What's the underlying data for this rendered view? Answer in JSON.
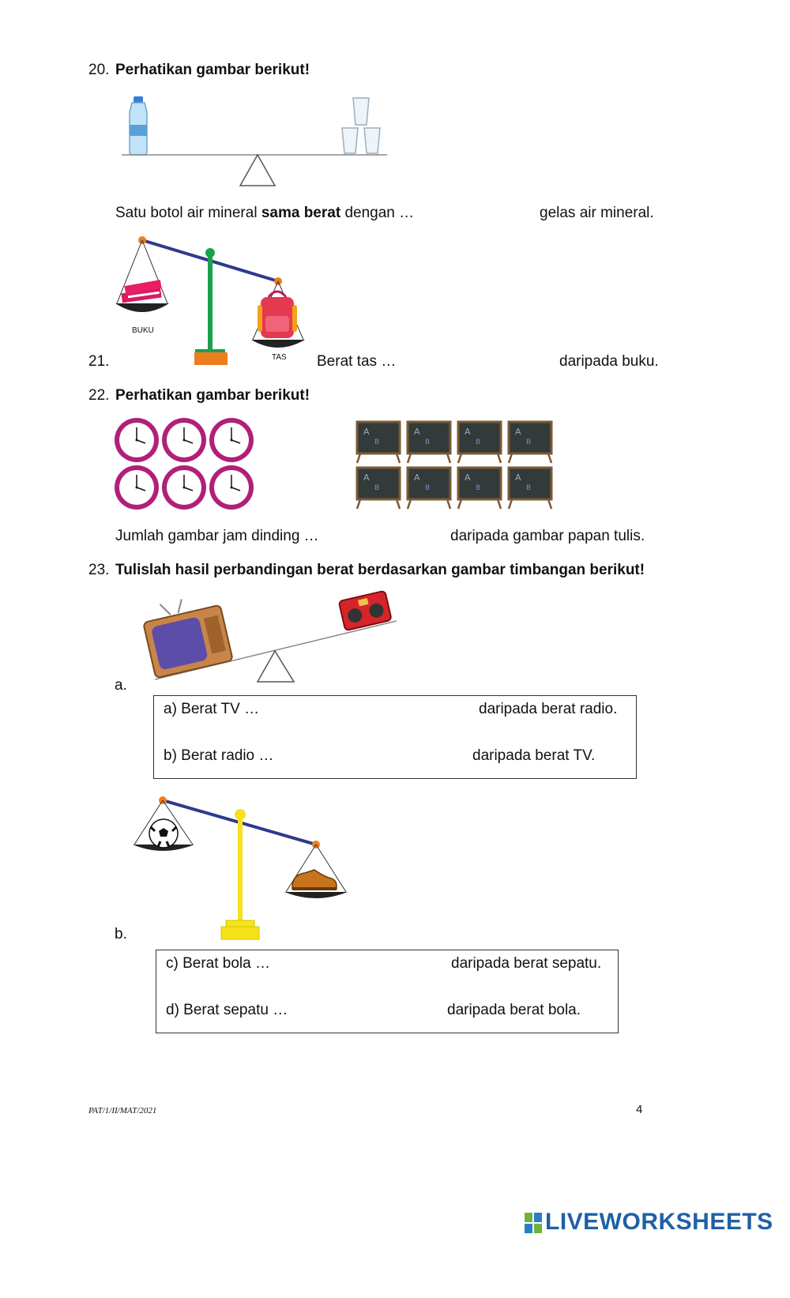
{
  "q20": {
    "number": "20.",
    "heading": "Perhatikan gambar berikut!",
    "sentence_a": "Satu botol air mineral ",
    "sentence_bold": "sama berat",
    "sentence_b": " dengan …",
    "sentence_end": "gelas air mineral."
  },
  "q21": {
    "number": "21.",
    "label_left": "BUKU",
    "label_right": "TAS",
    "sentence": "Berat tas …",
    "sentence_end": "daripada buku."
  },
  "q22": {
    "number": "22.",
    "heading": "Perhatikan gambar berikut!",
    "sentence": "Jumlah gambar jam dinding …",
    "sentence_end": "daripada gambar papan tulis."
  },
  "q23": {
    "number": "23.",
    "heading": "Tulislah hasil perbandingan berat berdasarkan gambar timbangan berikut!",
    "part_a": {
      "label": "a.",
      "line1": "a) Berat TV …",
      "line1_end": "daripada berat radio.",
      "line2": "b) Berat radio …",
      "line2_end": "daripada berat TV."
    },
    "part_b": {
      "label": "b.",
      "line1": "c) Berat bola …",
      "line1_end": "daripada berat sepatu.",
      "line2": "d) Berat sepatu …",
      "line2_end": "daripada berat bola."
    }
  },
  "footer": {
    "code": "PAT/1/II/MAT/2021",
    "page": "4",
    "brand": "LIVEWORKSHEETS"
  }
}
